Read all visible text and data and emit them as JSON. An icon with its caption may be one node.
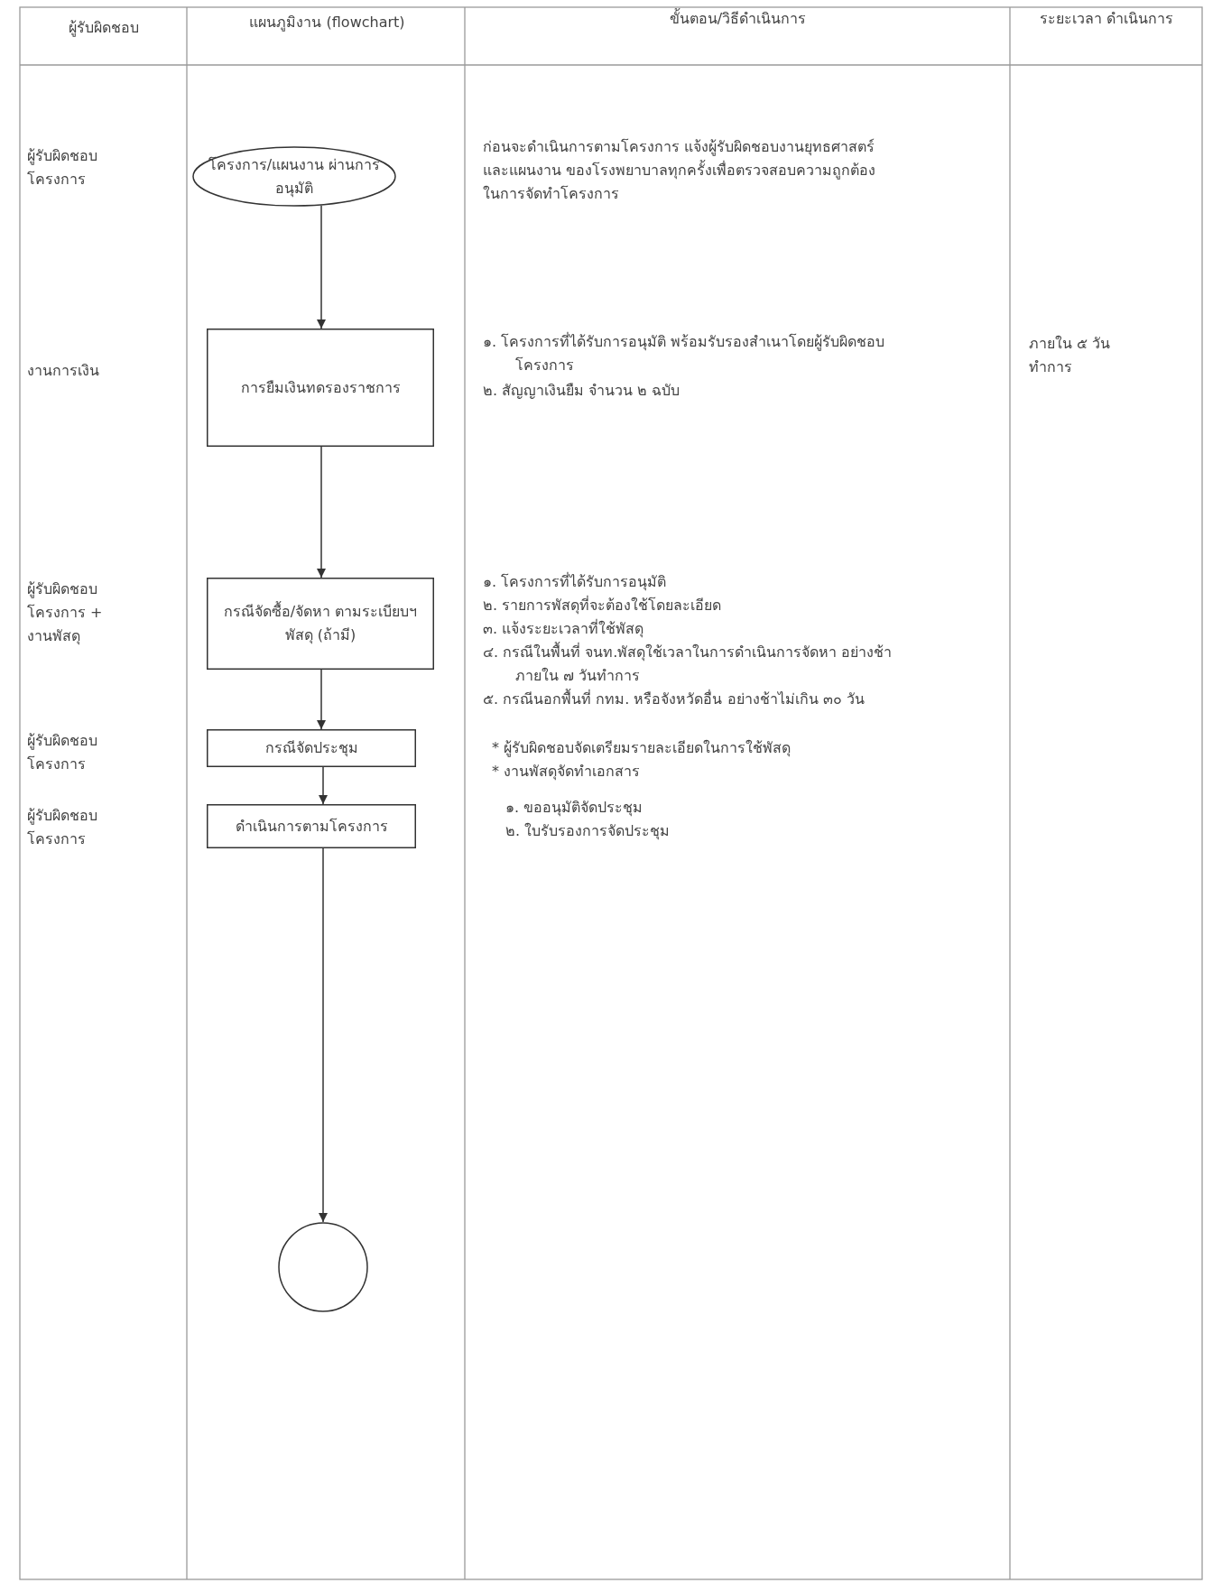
{
  "diagram": {
    "nodes": [
      {
        "text": [
          "โครงการ/แผนงาน ผ่านการอนุมัติ"
        ]
      },
      {
        "text": [
          "การยืมเงินทดรองราชการ"
        ]
      },
      {
        "text": [
          "กรณีจัดซื้อ/จัดหา ตามระเบียบฯพัสดุ (ถ้ามี)"
        ]
      },
      {
        "text": [
          "กรณีจัดประชุม"
        ]
      },
      {
        "text": [
          "ดำเนินการตามโครงการ"
        ]
      },
      {
        "text": [],
        "shape": "circle"
      }
    ],
    "edges": [
      {
        "from": 0,
        "to": 1,
        "arrow": "to"
      },
      {
        "from": 1,
        "to": 2,
        "arrow": "to"
      },
      {
        "from": 2,
        "to": 3,
        "arrow": "to"
      },
      {
        "from": 3,
        "to": 4,
        "arrow": "to"
      },
      {
        "from": 4,
        "to": 5,
        "arrow": "to"
      }
    ],
    "labels": [
      "ผู้รับผิดชอบ",
      "แผนภูมิงาน (flowchart)",
      "ขั้นตอน/วิธีดำเนินการ",
      "ระยะเวลา ดำเนินการ",
      "ผู้รับผิดชอบโครงการ",
      "ก่อนจะดำเนินการตามโครงการ แจ้งผู้รับผิดชอบงานยุทธศาสตร์และแผนงาน ของโรงพยาบาลทุกครั้งเพื่อตรวจสอบความถูกต้องในการจัดทำโครงการ",
      "งานการเงิน",
      "๑. โครงการที่ได้รับการอนุมัติ พร้อมรับรองสำเนาโดยผู้รับผิดชอบโครงการ",
      "๒. สัญญาเงินยืม จำนวน ๒ ฉบับ",
      "ภายใน ๕ วันทำการ",
      "ผู้รับผิดชอบโครงการ + งานพัสดุ",
      "๑. โครงการที่ได้รับการอนุมัติ",
      "๒. รายการพัสดุที่จะต้องใช้โดยละเอียด",
      "๓. แจ้งระยะเวลาที่ใช้พัสดุ",
      "๔. กรณีในพื้นที่ จนท.พัสดุใช้เวลาในการดำเนินการจัดหา อย่างช้าภายใน ๗ วันทำการ",
      "๕. กรณีนอกพื้นที่ กทม. หรือจังหวัดอื่น อย่างช้าไม่เกิน ๓๐ วัน",
      "* ผู้รับผิดชอบจัดเตรียมรายละเอียดในการใช้พัสดุ",
      "* งานพัสดุจัดทำเอกสาร",
      "ผู้รับผิดชอบโครงการ",
      "๑. ขออนุมัติจัดประชุม",
      "๒. ใบรับรองการจัดประชุม",
      "ผู้รับผิดชอบโครงการ"
    ]
  }
}
